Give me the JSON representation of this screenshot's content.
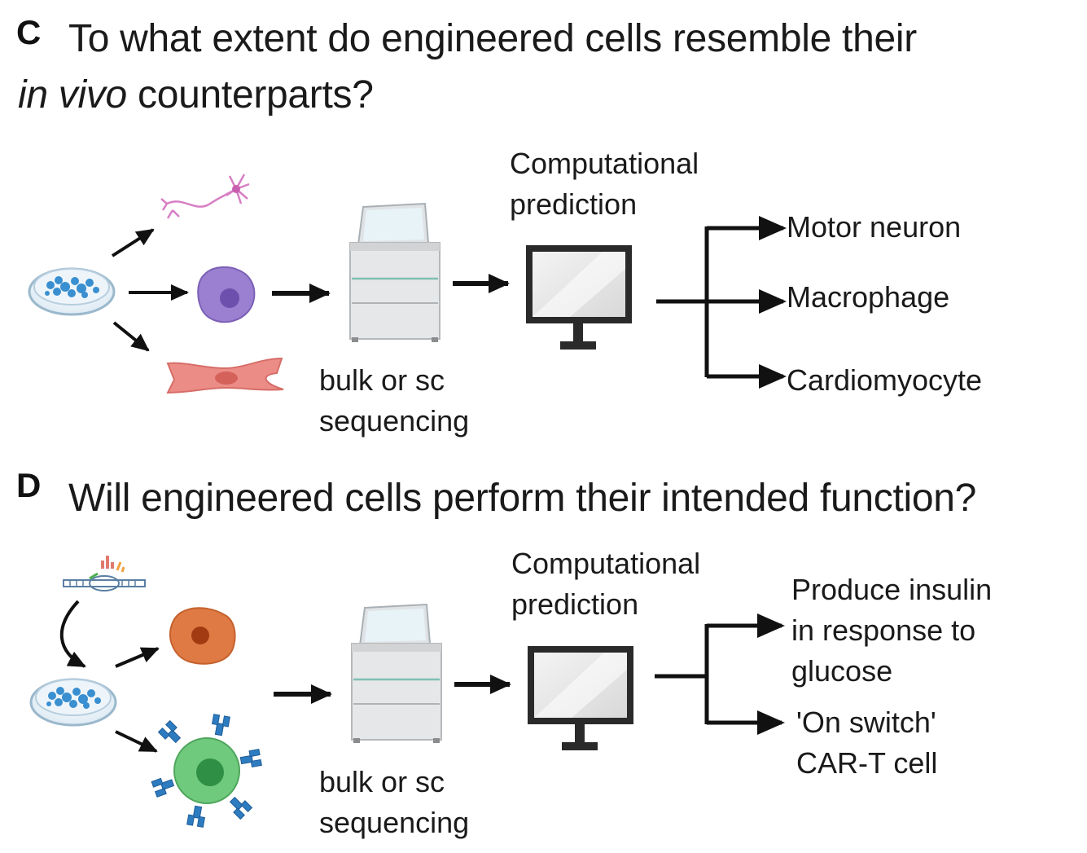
{
  "panel_c": {
    "letter": "C",
    "question_line1": "To what extent do engineered cells resemble their",
    "question_line2_italic": "in vivo",
    "question_line2_rest": "counterparts?",
    "sequencing_label": [
      "bulk or sc",
      "sequencing"
    ],
    "prediction_label": [
      "Computational",
      "prediction"
    ],
    "outcomes": [
      "Motor neuron",
      "Macrophage",
      "Cardiomyocyte"
    ]
  },
  "panel_d": {
    "letter": "D",
    "question": "Will engineered cells perform their intended function?",
    "sequencing_label": [
      "bulk or sc",
      "sequencing"
    ],
    "prediction_label": [
      "Computational",
      "prediction"
    ],
    "outcome_1": [
      "Produce insulin",
      "in response to",
      "glucose"
    ],
    "outcome_2": [
      "'On switch'",
      "CAR-T cell"
    ]
  },
  "colors": {
    "dish_blue": "#3a8fd0",
    "neuron_pink": "#d77fc4",
    "macrophage_purple": "#9b7fd0",
    "cardiomyocyte_red": "#ec8c86",
    "beta_cell_orange": "#e07a45",
    "t_cell_green": "#6fca7e",
    "receptor_blue": "#2e7cc0",
    "arrow": "#111111"
  }
}
